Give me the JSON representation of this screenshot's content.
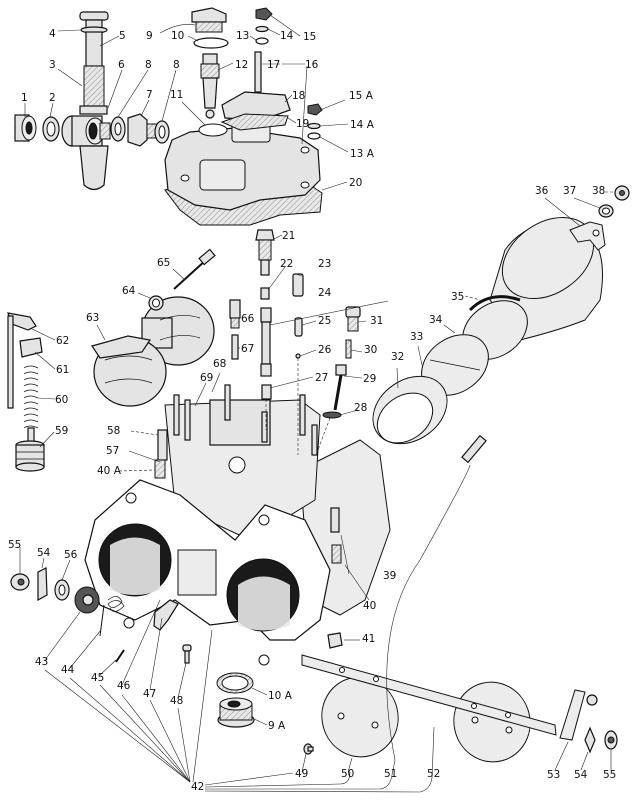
{
  "diagram": {
    "title": "Carburetor exploded parts view",
    "callouts": [
      {
        "id": "1",
        "text": "1"
      },
      {
        "id": "2",
        "text": "2"
      },
      {
        "id": "3",
        "text": "3"
      },
      {
        "id": "4",
        "text": "4"
      },
      {
        "id": "5",
        "text": "5"
      },
      {
        "id": "6",
        "text": "6"
      },
      {
        "id": "7",
        "text": "7"
      },
      {
        "id": "8a",
        "text": "8"
      },
      {
        "id": "8b",
        "text": "8"
      },
      {
        "id": "9",
        "text": "9"
      },
      {
        "id": "10",
        "text": "10"
      },
      {
        "id": "11",
        "text": "11"
      },
      {
        "id": "12",
        "text": "12"
      },
      {
        "id": "13",
        "text": "13"
      },
      {
        "id": "14",
        "text": "14"
      },
      {
        "id": "15",
        "text": "15"
      },
      {
        "id": "16",
        "text": "16"
      },
      {
        "id": "17",
        "text": "17"
      },
      {
        "id": "18",
        "text": "18"
      },
      {
        "id": "19",
        "text": "19"
      },
      {
        "id": "15A",
        "text": "15 A"
      },
      {
        "id": "14A",
        "text": "14 A"
      },
      {
        "id": "13A",
        "text": "13 A"
      },
      {
        "id": "20",
        "text": "20"
      },
      {
        "id": "21",
        "text": "21"
      },
      {
        "id": "22",
        "text": "22"
      },
      {
        "id": "23",
        "text": "23"
      },
      {
        "id": "24",
        "text": "24"
      },
      {
        "id": "25",
        "text": "25"
      },
      {
        "id": "26",
        "text": "26"
      },
      {
        "id": "27",
        "text": "27"
      },
      {
        "id": "28",
        "text": "28"
      },
      {
        "id": "29",
        "text": "29"
      },
      {
        "id": "30",
        "text": "30"
      },
      {
        "id": "31",
        "text": "31"
      },
      {
        "id": "32",
        "text": "32"
      },
      {
        "id": "33",
        "text": "33"
      },
      {
        "id": "34",
        "text": "34"
      },
      {
        "id": "35",
        "text": "35"
      },
      {
        "id": "36",
        "text": "36"
      },
      {
        "id": "37",
        "text": "37"
      },
      {
        "id": "38",
        "text": "38"
      },
      {
        "id": "39",
        "text": "39"
      },
      {
        "id": "40",
        "text": "40"
      },
      {
        "id": "40A",
        "text": "40 A"
      },
      {
        "id": "41",
        "text": "41"
      },
      {
        "id": "42",
        "text": "42"
      },
      {
        "id": "43",
        "text": "43"
      },
      {
        "id": "44",
        "text": "44"
      },
      {
        "id": "45",
        "text": "45"
      },
      {
        "id": "46",
        "text": "46"
      },
      {
        "id": "47",
        "text": "47"
      },
      {
        "id": "48",
        "text": "48"
      },
      {
        "id": "49",
        "text": "49"
      },
      {
        "id": "50",
        "text": "50"
      },
      {
        "id": "51",
        "text": "51"
      },
      {
        "id": "52",
        "text": "52"
      },
      {
        "id": "53",
        "text": "53"
      },
      {
        "id": "54a",
        "text": "54"
      },
      {
        "id": "55a",
        "text": "55"
      },
      {
        "id": "54b",
        "text": "54"
      },
      {
        "id": "55b",
        "text": "55"
      },
      {
        "id": "56",
        "text": "56"
      },
      {
        "id": "57",
        "text": "57"
      },
      {
        "id": "58",
        "text": "58"
      },
      {
        "id": "59",
        "text": "59"
      },
      {
        "id": "60",
        "text": "60"
      },
      {
        "id": "61",
        "text": "61"
      },
      {
        "id": "62",
        "text": "62"
      },
      {
        "id": "63",
        "text": "63"
      },
      {
        "id": "64",
        "text": "64"
      },
      {
        "id": "65",
        "text": "65"
      },
      {
        "id": "66",
        "text": "66"
      },
      {
        "id": "67",
        "text": "67"
      },
      {
        "id": "68",
        "text": "68"
      },
      {
        "id": "69",
        "text": "69"
      },
      {
        "id": "10A",
        "text": "10 A"
      },
      {
        "id": "9A",
        "text": "9 A"
      }
    ]
  }
}
